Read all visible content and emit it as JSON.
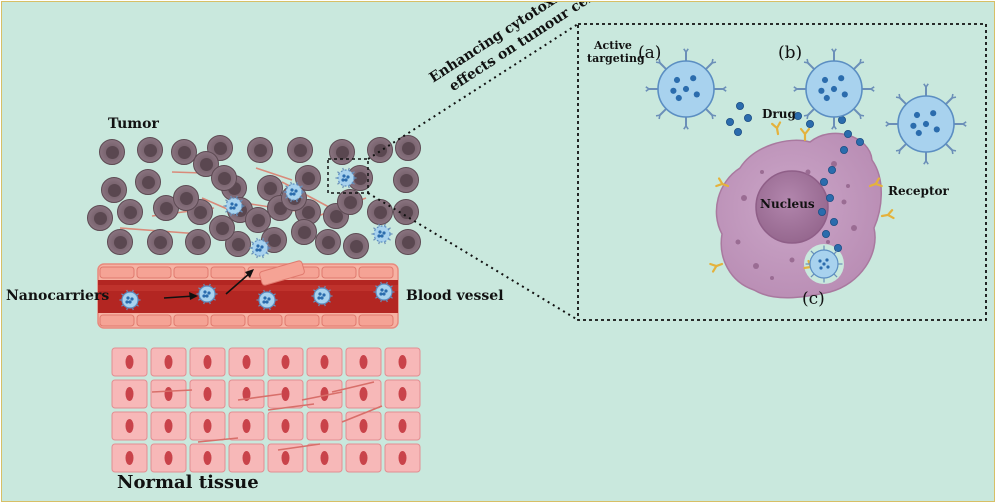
{
  "labels": {
    "tumor": "Tumor",
    "nanocarriers": "Nanocarriers",
    "blood_vessel": "Blood vessel",
    "normal_tissue": "Normal tissue",
    "enhancing_line1": "Enhancing cytotoxic",
    "enhancing_line2": "effects on tumour cell",
    "active": "Active",
    "targeting": "targeting",
    "panel_a": "(a)",
    "panel_b": "(b)",
    "panel_c": "(c)",
    "drug": "Drug",
    "nucleus": "Nucleus",
    "receptor": "Receptor"
  },
  "colors": {
    "background": "#c9e8dd",
    "tumor_cell": "#7c6670",
    "tumor_nucleus": "#5a4750",
    "vessel_lumen": "#b32622",
    "vessel_wall": "#f4a99a",
    "normal_cell": "#f7b8b8",
    "normal_nucleus": "#c9434a",
    "nanocarrier": "#a8d2ee",
    "nanocarrier_dot": "#2b6cad",
    "target_cell": "#c9a0c5",
    "receptor": "#e4b23c"
  }
}
